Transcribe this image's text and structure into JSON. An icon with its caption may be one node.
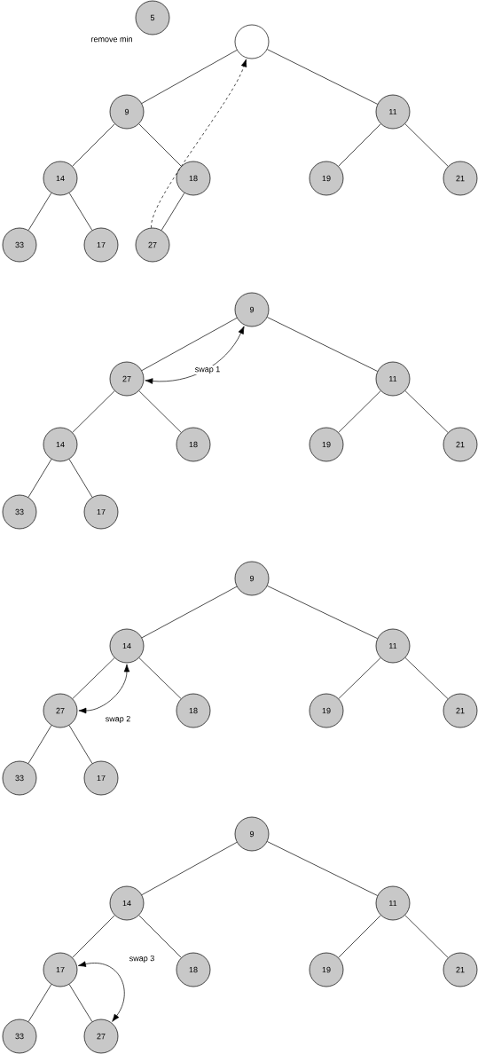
{
  "diagram": {
    "nodes": [
      {
        "text": [
          "5"
        ],
        "beside": [
          "remove min"
        ]
      },
      {
        "text": [],
        "shape": "circle"
      },
      {
        "text": [
          "9"
        ]
      },
      {
        "text": [
          "11"
        ]
      },
      {
        "text": [
          "14"
        ]
      },
      {
        "text": [
          "18"
        ]
      },
      {
        "text": [
          "19"
        ]
      },
      {
        "text": [
          "21"
        ]
      },
      {
        "text": [
          "33"
        ]
      },
      {
        "text": [
          "17"
        ]
      },
      {
        "text": [
          "27"
        ]
      },
      {
        "text": [
          "9"
        ]
      },
      {
        "text": [
          "27"
        ]
      },
      {
        "text": [
          "11"
        ]
      },
      {
        "text": [
          "14"
        ]
      },
      {
        "text": [
          "18"
        ]
      },
      {
        "text": [
          "19"
        ]
      },
      {
        "text": [
          "21"
        ]
      },
      {
        "text": [
          "33"
        ]
      },
      {
        "text": [
          "17"
        ]
      },
      {
        "text": [
          "9"
        ]
      },
      {
        "text": [
          "14"
        ]
      },
      {
        "text": [
          "11"
        ]
      },
      {
        "text": [
          "27"
        ]
      },
      {
        "text": [
          "18"
        ]
      },
      {
        "text": [
          "19"
        ]
      },
      {
        "text": [
          "21"
        ]
      },
      {
        "text": [
          "33"
        ]
      },
      {
        "text": [
          "17"
        ]
      },
      {
        "text": [
          "9"
        ]
      },
      {
        "text": [
          "14"
        ]
      },
      {
        "text": [
          "11"
        ]
      },
      {
        "text": [
          "17"
        ]
      },
      {
        "text": [
          "18"
        ]
      },
      {
        "text": [
          "19"
        ]
      },
      {
        "text": [
          "21"
        ]
      },
      {
        "text": [
          "33"
        ]
      },
      {
        "text": [
          "27"
        ]
      }
    ],
    "edges": [
      {
        "from": 1,
        "to": 2,
        "arrow": "none"
      },
      {
        "from": 1,
        "to": 3,
        "arrow": "none"
      },
      {
        "from": 2,
        "to": 4,
        "arrow": "none"
      },
      {
        "from": 2,
        "to": 5,
        "arrow": "none"
      },
      {
        "from": 3,
        "to": 6,
        "arrow": "none"
      },
      {
        "from": 3,
        "to": 7,
        "arrow": "none"
      },
      {
        "from": 4,
        "to": 8,
        "arrow": "none"
      },
      {
        "from": 4,
        "to": 9,
        "arrow": "none"
      },
      {
        "from": 5,
        "to": 10,
        "arrow": "none"
      },
      {
        "from": 10,
        "to": 1,
        "arrow": "to",
        "style": "dashed"
      },
      {
        "from": 11,
        "to": 12,
        "arrow": "none"
      },
      {
        "from": 11,
        "to": 13,
        "arrow": "none"
      },
      {
        "from": 12,
        "to": 14,
        "arrow": "none"
      },
      {
        "from": 12,
        "to": 15,
        "arrow": "none"
      },
      {
        "from": 13,
        "to": 16,
        "arrow": "none"
      },
      {
        "from": 13,
        "to": 17,
        "arrow": "none"
      },
      {
        "from": 14,
        "to": 18,
        "arrow": "none"
      },
      {
        "from": 14,
        "to": 19,
        "arrow": "none"
      },
      {
        "from": 12,
        "to": 11,
        "arrow": "both",
        "label": "swap 1"
      },
      {
        "from": 20,
        "to": 21,
        "arrow": "none"
      },
      {
        "from": 20,
        "to": 22,
        "arrow": "none"
      },
      {
        "from": 21,
        "to": 23,
        "arrow": "none"
      },
      {
        "from": 21,
        "to": 24,
        "arrow": "none"
      },
      {
        "from": 22,
        "to": 25,
        "arrow": "none"
      },
      {
        "from": 22,
        "to": 26,
        "arrow": "none"
      },
      {
        "from": 23,
        "to": 27,
        "arrow": "none"
      },
      {
        "from": 23,
        "to": 28,
        "arrow": "none"
      },
      {
        "from": 23,
        "to": 21,
        "arrow": "both",
        "label": "swap 2"
      },
      {
        "from": 29,
        "to": 30,
        "arrow": "none"
      },
      {
        "from": 29,
        "to": 31,
        "arrow": "none"
      },
      {
        "from": 30,
        "to": 32,
        "arrow": "none"
      },
      {
        "from": 30,
        "to": 33,
        "arrow": "none"
      },
      {
        "from": 31,
        "to": 34,
        "arrow": "none"
      },
      {
        "from": 31,
        "to": 35,
        "arrow": "none"
      },
      {
        "from": 32,
        "to": 36,
        "arrow": "none"
      },
      {
        "from": 32,
        "to": 37,
        "arrow": "none"
      },
      {
        "from": 32,
        "to": 37,
        "arrow": "both",
        "label": "swap 3"
      }
    ]
  }
}
